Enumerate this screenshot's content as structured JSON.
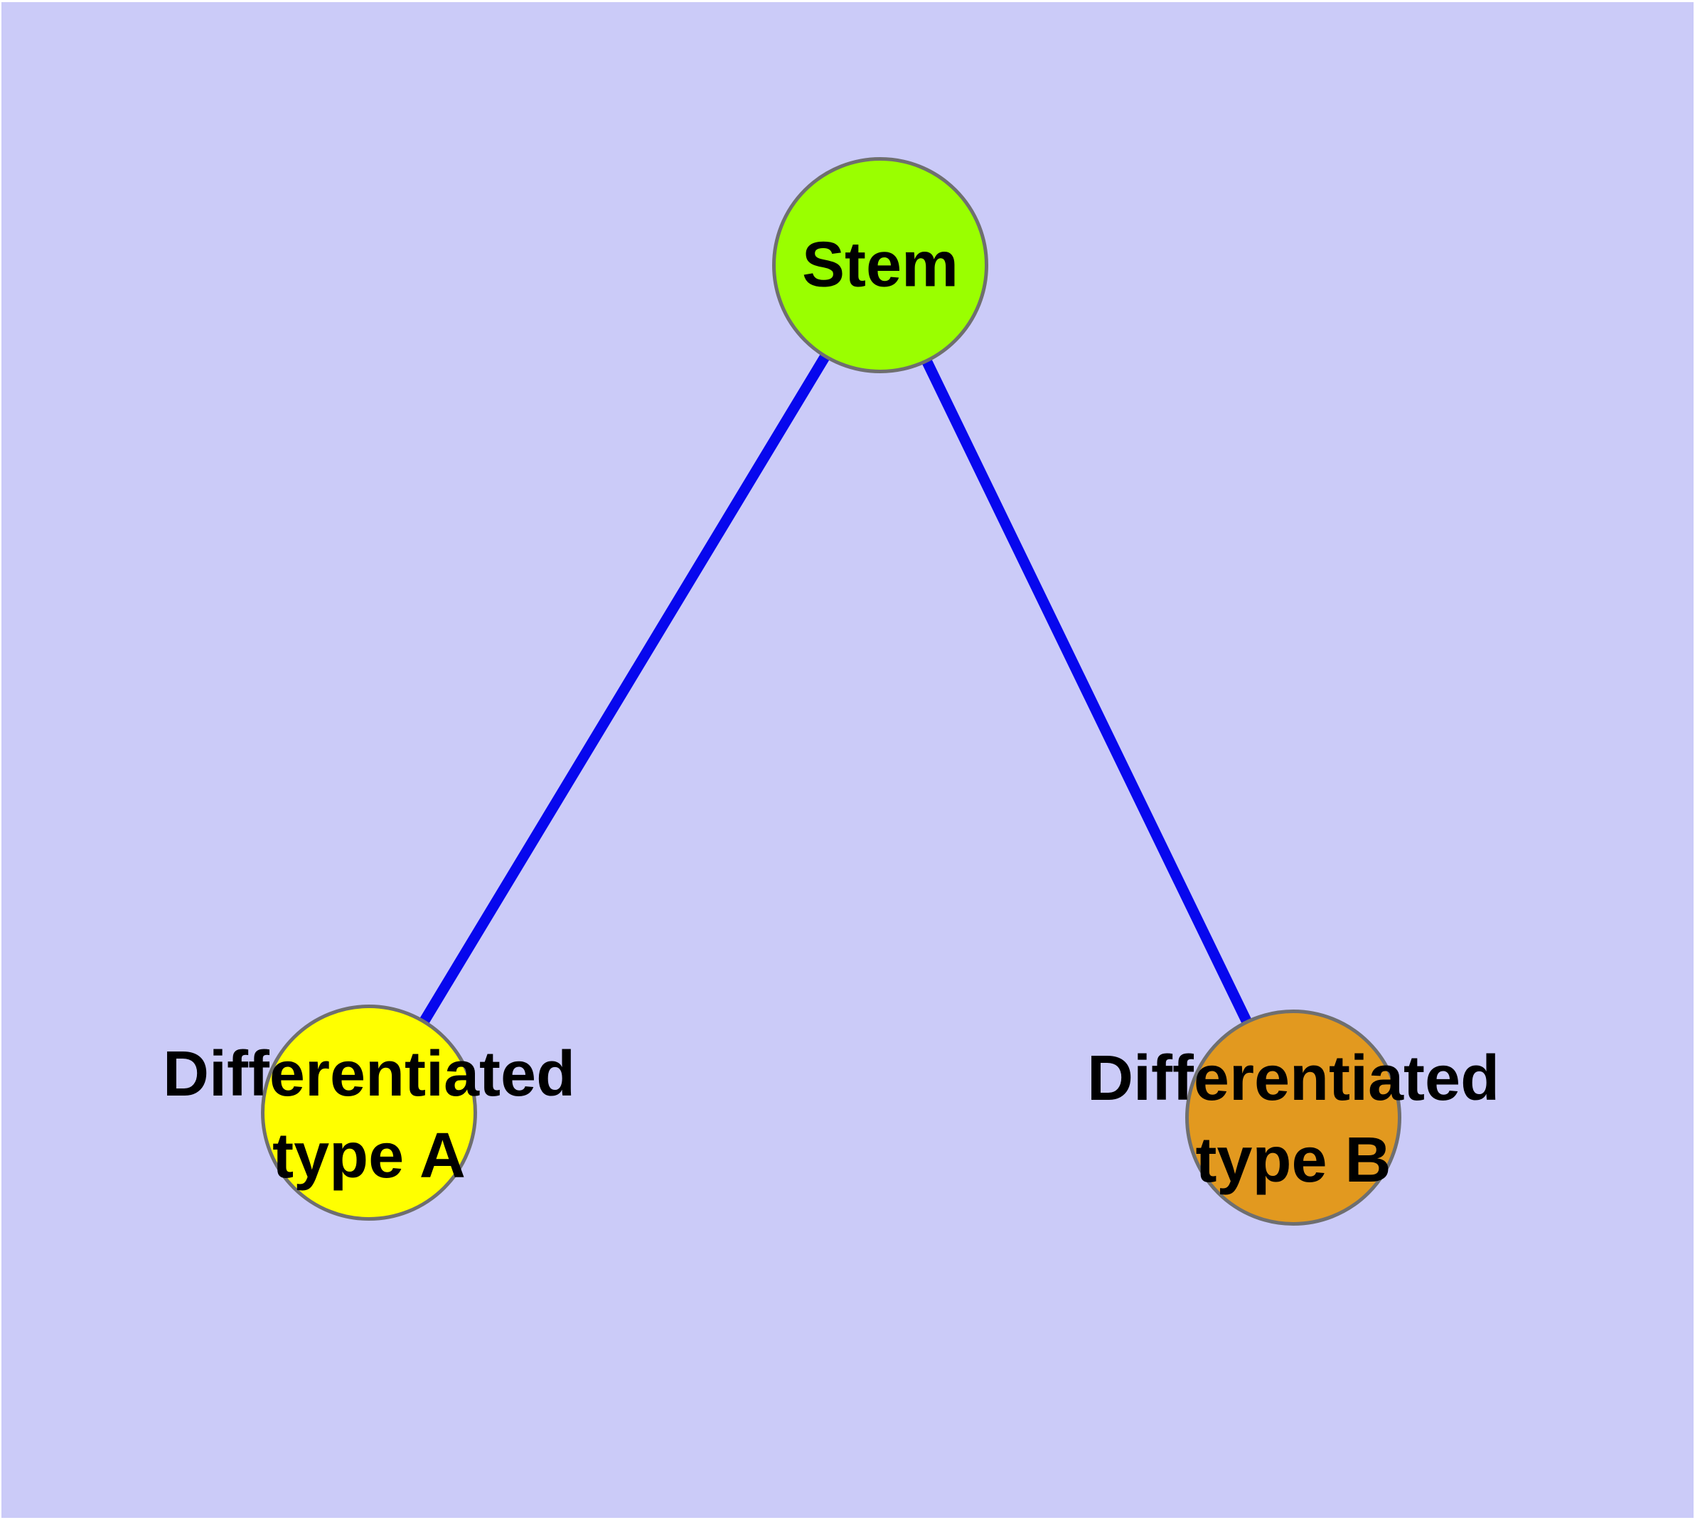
{
  "diagram": {
    "type": "graph",
    "description": "Cell differentiation lineage diagram: one stem node branching to two differentiated cell type nodes",
    "background_color": "#cbcbf8",
    "frame_color": "#ffffff",
    "edge_style": {
      "color": "#0707ee"
    },
    "node_border": {
      "color": "#6f6f6f"
    },
    "label_color": "#000000",
    "nodes": [
      {
        "id": "stem",
        "label": "Stem",
        "fill": "#9aff00"
      },
      {
        "id": "differentiated-type-a",
        "label": "Differentiated\ntype A",
        "fill": "#ffff00"
      },
      {
        "id": "differentiated-type-b",
        "label": "Differentiated\ntype B",
        "fill": "#e2991f"
      }
    ],
    "edges": [
      {
        "from": "Stem",
        "to": "Differentiated type A"
      },
      {
        "from": "Stem",
        "to": "Differentiated type B"
      }
    ]
  }
}
